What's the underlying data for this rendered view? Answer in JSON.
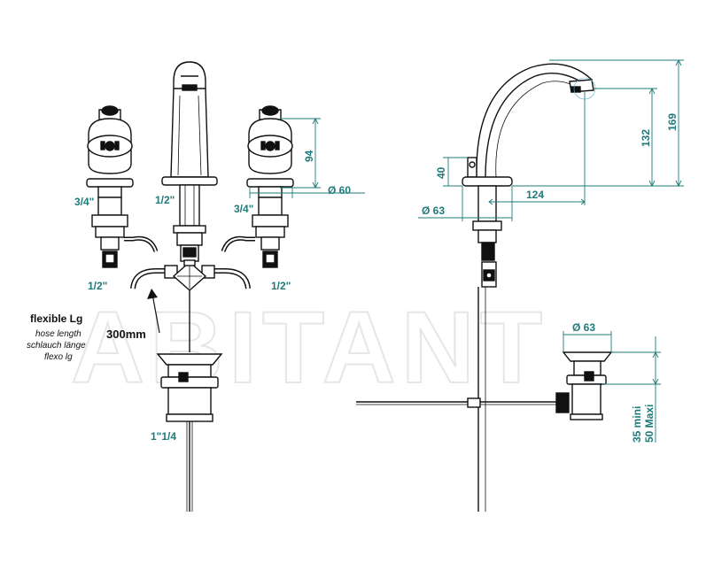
{
  "watermark": "ABITANT",
  "left_view": {
    "handle_left_thread": "3/4\"",
    "spout_thread": "1/2\"",
    "handle_right_thread": "3/4\"",
    "inlet_left": "1/2\"",
    "inlet_right": "1/2\"",
    "hose_title": "flexible Lg",
    "hose_line1": "hose length",
    "hose_line2": "schlauch länge",
    "hose_line3": "flexo lg",
    "hose_length": "300mm",
    "waste_thread": "1\"1/4",
    "dim_handle_height": "94",
    "dim_handle_diameter": "Ø 60"
  },
  "right_view": {
    "dim_base_height": "40",
    "dim_base_diameter": "Ø 63",
    "dim_reach": "124",
    "dim_spout_height": "132",
    "dim_total_height": "169",
    "dim_waste_diameter": "Ø 63",
    "dim_waste_height_min": "35 mini",
    "dim_waste_height_max": "50 Maxi"
  },
  "colors": {
    "dimension": "#1f7a7a",
    "drawing": "#111111",
    "watermark": "#e6e6e6"
  }
}
